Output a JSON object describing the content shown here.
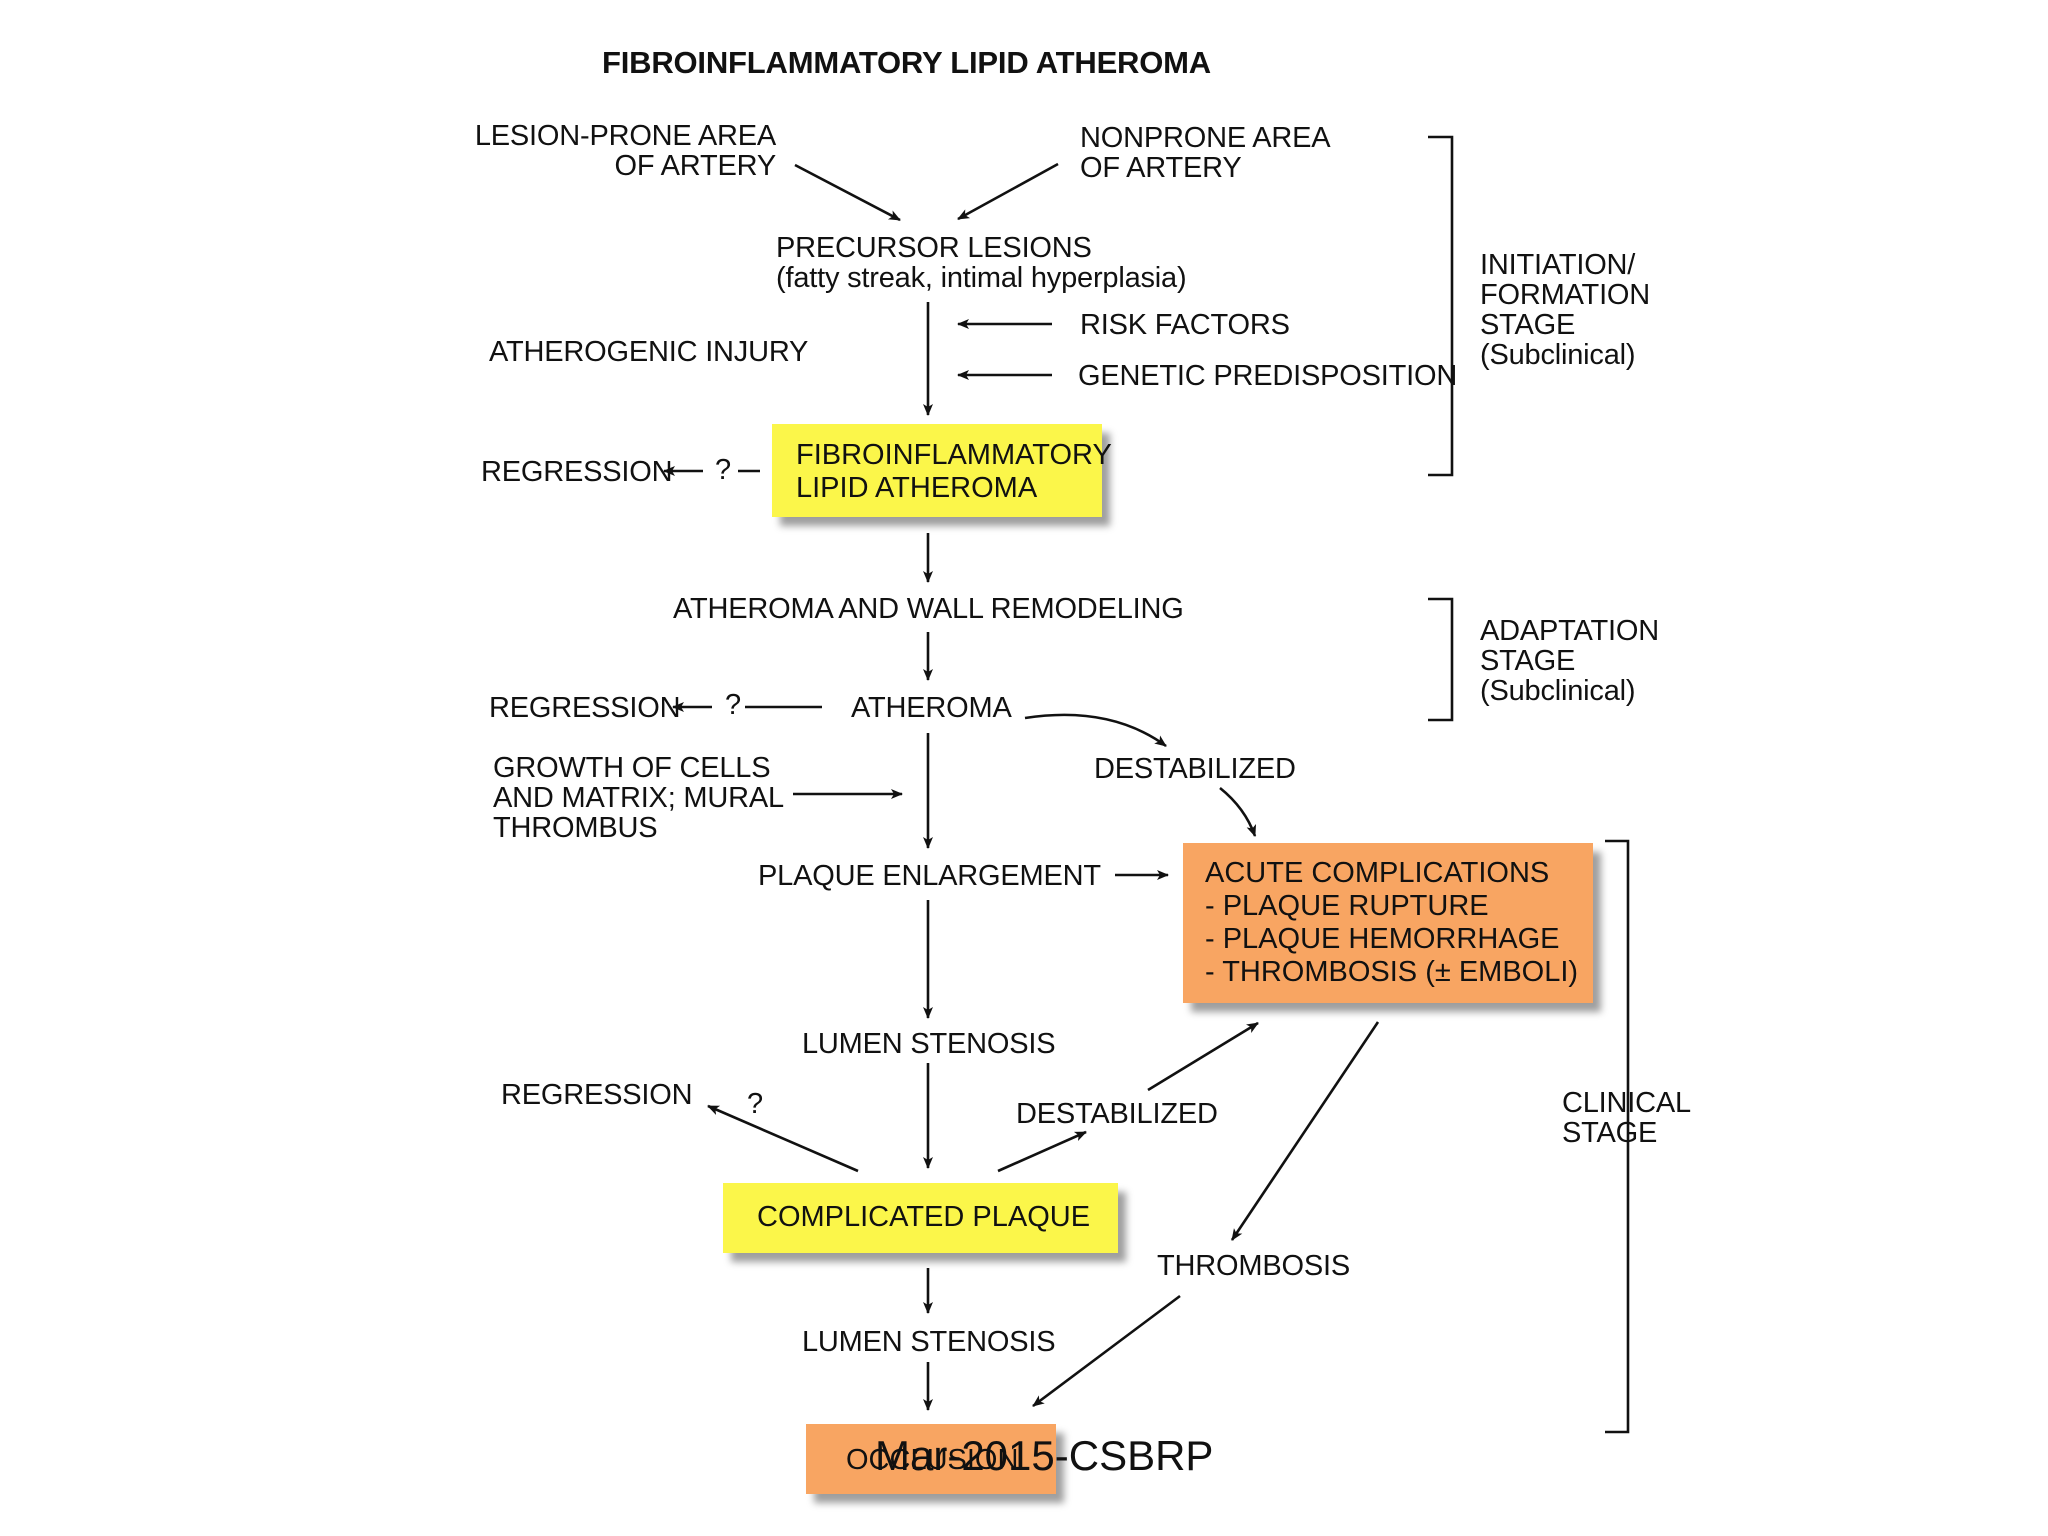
{
  "title": "FIBROINFLAMMATORY LIPID ATHEROMA",
  "nodes": {
    "lesion_prone": "LESION-PRONE AREA\nOF ARTERY",
    "nonprone": "NONPRONE AREA\nOF ARTERY",
    "precursor": "PRECURSOR LESIONS\n(fatty streak, intimal hyperplasia)",
    "atherogenic_injury": "ATHEROGENIC INJURY",
    "risk_factors": "RISK FACTORS",
    "genetic": "GENETIC PREDISPOSITION",
    "regression_1": "REGRESSION",
    "q1": "?",
    "fibro_box": "FIBROINFLAMMATORY\nLIPID ATHEROMA",
    "wall_remodeling": "ATHEROMA AND WALL REMODELING",
    "regression_2": "REGRESSION",
    "q2": "?",
    "atheroma": "ATHEROMA",
    "destabilized_1": "DESTABILIZED",
    "growth": "GROWTH OF CELLS\nAND MATRIX; MURAL\nTHROMBUS",
    "plaque_enlargement": "PLAQUE ENLARGEMENT",
    "acute_box": "ACUTE COMPLICATIONS\n- PLAQUE RUPTURE\n- PLAQUE HEMORRHAGE\n- THROMBOSIS (± EMBOLI)",
    "lumen_stenosis_1": "LUMEN STENOSIS",
    "regression_3": "REGRESSION",
    "q3": "?",
    "destabilized_2": "DESTABILIZED",
    "complicated_box": "COMPLICATED PLAQUE",
    "thrombosis": "THROMBOSIS",
    "lumen_stenosis_2": "LUMEN STENOSIS",
    "occlusion_box": "OCCLUSION"
  },
  "stages": {
    "initiation": "INITIATION/\nFORMATION\nSTAGE\n(Subclinical)",
    "adaptation": "ADAPTATION\nSTAGE\n(Subclinical)",
    "clinical": "CLINICAL\nSTAGE"
  },
  "watermark": "Mar-2015-CSBRP",
  "colors": {
    "yellow_box": "#fbf64a",
    "orange_box": "#f8a562",
    "ink": "#111111"
  }
}
